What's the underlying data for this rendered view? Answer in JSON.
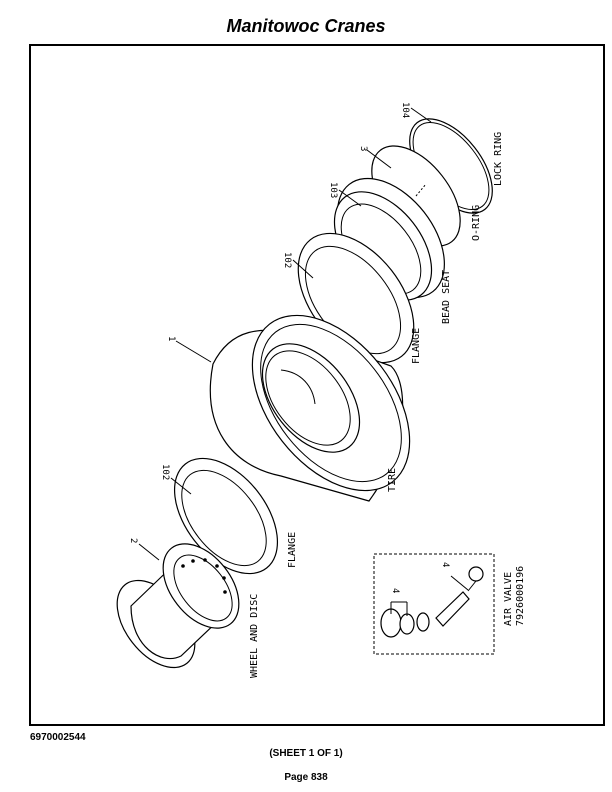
{
  "header": {
    "title": "Manitowoc Cranes"
  },
  "footer": {
    "doc_number": "6970002544",
    "sheet": "(SHEET 1 OF 1)",
    "page": "Page 838"
  },
  "diagram": {
    "callouts": {
      "lock_ring": "104",
      "o_ring": "3",
      "bead_seat": "103",
      "flange_upper": "102",
      "tire": "1",
      "flange_lower": "102",
      "wheel": "2",
      "air_valve_a": "4",
      "air_valve_b": "4"
    },
    "labels": {
      "lock_ring": "LOCK RING",
      "o_ring": "O-RING",
      "bead_seat": "BEAD SEAT",
      "flange_upper": "FLANGE",
      "tire": "TIRE",
      "flange_lower": "FLANGE",
      "wheel": "WHEEL AND DISC",
      "air_valve": "AIR VALVE",
      "air_valve_part": "7926000196"
    }
  }
}
